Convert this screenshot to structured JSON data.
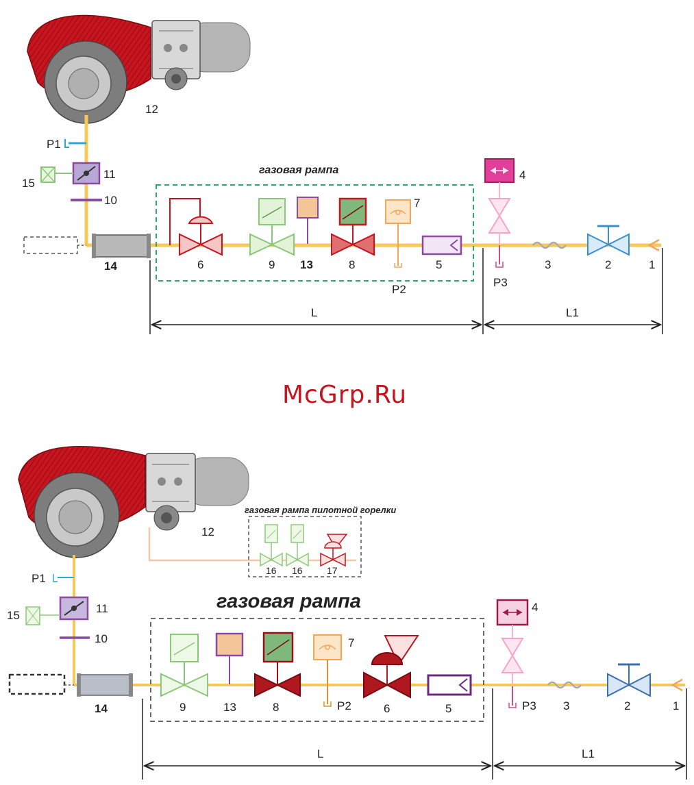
{
  "watermark": "McGrp.Ru",
  "colors": {
    "pipe": "#f7c75a",
    "pilot_pipe": "#f2c8a8",
    "burner_red": "#c8141e",
    "burner_grey": "#9a9a9a",
    "valve_red": "#c8141e",
    "valve_green": "#8cc87a",
    "valve_blue": "#3a8fd0",
    "pressure_switch_orange": "#f5a55a",
    "filter_purple": "#8a4aa0",
    "governor_pink": "#e0409a",
    "gauge_cyan": "#2aa8d8",
    "dash_green": "#2aa870",
    "dash_grey": "#555555"
  },
  "top": {
    "ramp_title": "газовая рампа",
    "labels": {
      "n1": "1",
      "n2": "2",
      "n3": "3",
      "n4": "4",
      "n5": "5",
      "n6": "6",
      "n7": "7",
      "n8": "8",
      "n9": "9",
      "n10": "10",
      "n11": "11",
      "n12": "12",
      "n13": "13",
      "n14": "14",
      "n15": "15",
      "p1": "P1",
      "p2": "P2",
      "p3": "P3",
      "L": "L",
      "L1": "L1"
    }
  },
  "bottom": {
    "ramp_title": "газовая рампа",
    "pilot_title": "газовая рампа пилотной горелки",
    "labels": {
      "n1": "1",
      "n2": "2",
      "n3": "3",
      "n4": "4",
      "n5": "5",
      "n6": "6",
      "n7": "7",
      "n8": "8",
      "n9": "9",
      "n10": "10",
      "n11": "11",
      "n12": "12",
      "n13": "13",
      "n14": "14",
      "n15": "15",
      "n16a": "16",
      "n16b": "16",
      "n17": "17",
      "p1": "P1",
      "p2": "P2",
      "p3": "P3",
      "L": "L",
      "L1": "L1"
    }
  }
}
